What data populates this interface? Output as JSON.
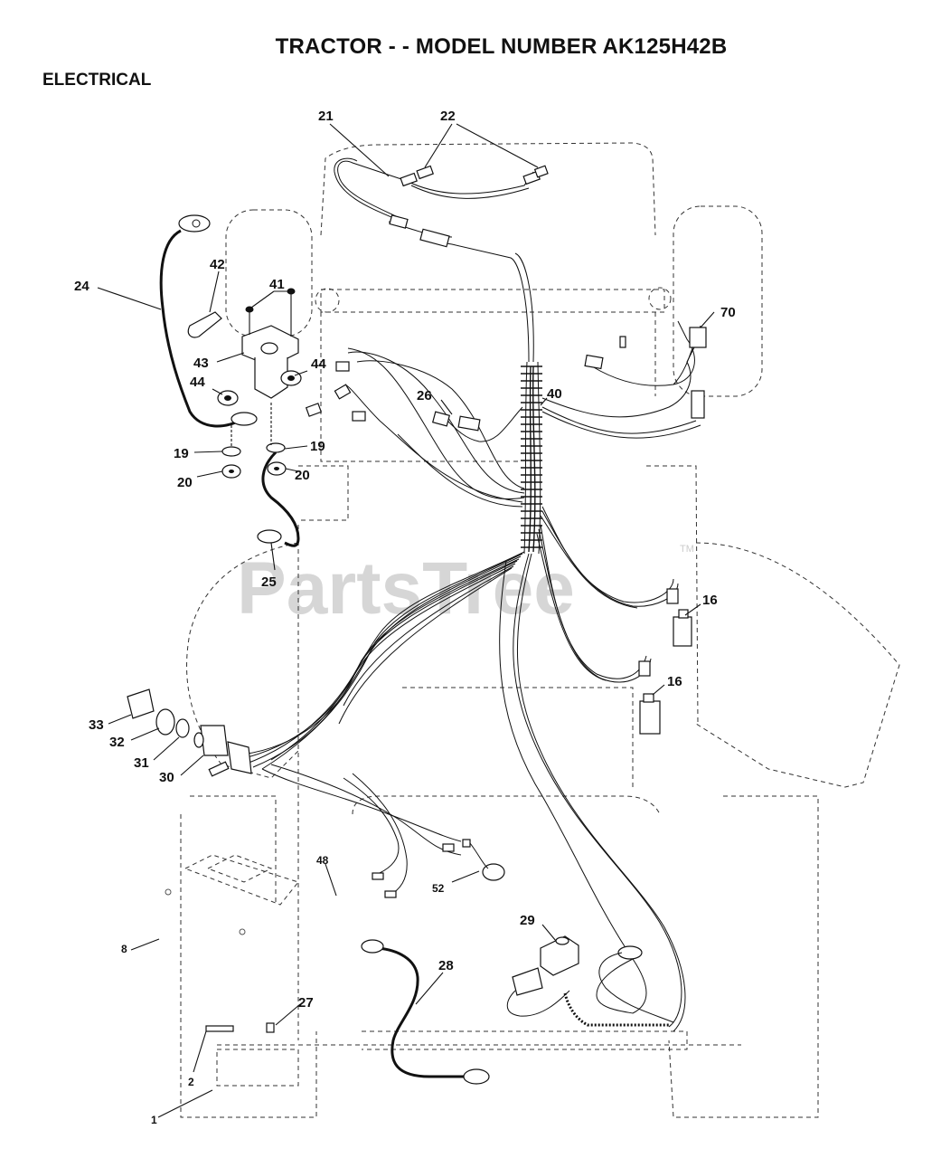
{
  "title": "TRACTOR - - MODEL NUMBER AK125H42B",
  "section": "ELECTRICAL",
  "watermark": "PartsTree",
  "trademark": "TM",
  "callouts": {
    "p21": "21",
    "p22": "22",
    "p24": "24",
    "p42": "42",
    "p41": "41",
    "p43": "43",
    "p44a": "44",
    "p44b": "44",
    "p19a": "19",
    "p19b": "19",
    "p20a": "20",
    "p20b": "20",
    "p25": "25",
    "p26": "26",
    "p40": "40",
    "p70": "70",
    "p16a": "16",
    "p16b": "16",
    "p33": "33",
    "p32": "32",
    "p31": "31",
    "p30": "30",
    "p48": "48",
    "p52": "52",
    "p8": "8",
    "p29": "29",
    "p28": "28",
    "p27": "27",
    "p2": "2",
    "p1": "1"
  }
}
